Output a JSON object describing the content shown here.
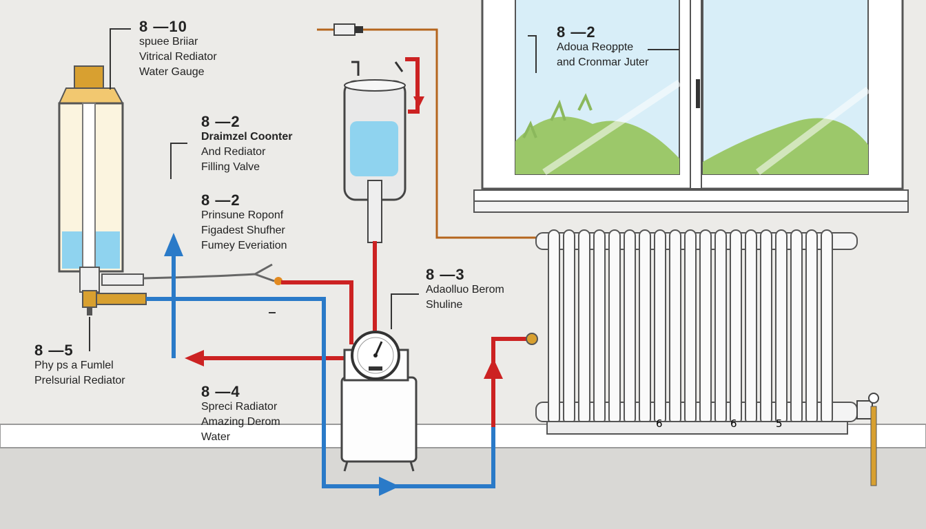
{
  "colors": {
    "wall": "#ecebe8",
    "floor": "#d9d8d5",
    "hot_pipe": "#cc2222",
    "cold_pipe": "#2a7ac8",
    "copper_pipe": "#b5651d",
    "water": "#8fd3ef",
    "brass": "#d8a030",
    "sky": "#d8eef8",
    "hills": "#9cc86a"
  },
  "labels": {
    "gauge": {
      "number": "8 —10",
      "line1": "spuee Briiar",
      "line2": "Vitrical Rediator",
      "line3": "Water Gauge"
    },
    "filling": {
      "number": "8 —2",
      "line1": "Draimzel Coonter",
      "line2": "And Rediator",
      "line3": "Filling Valve"
    },
    "pressure": {
      "number": "8 —2",
      "line1": "Prinsune Roponf",
      "line2": "Figadest Shufher",
      "line3": "Fumey Everiation"
    },
    "physical": {
      "number": "8 —5",
      "line1": "Phy ps a Fumlel",
      "line2": "Prelsurial Rediator"
    },
    "speed": {
      "number": "8 —4",
      "line1": "Spreci Radiator",
      "line2": "Amazing Derom",
      "line3": "Water"
    },
    "boiler": {
      "number": "8 —3",
      "line1": "Adaolluo Berom",
      "line2": "Shuline"
    },
    "window": {
      "number": "8 —2",
      "line1": "Adoua Reoᵱpte",
      "line2": "and Cronmar Juter"
    }
  },
  "radiator_numbers": [
    "6",
    "6",
    "5"
  ],
  "icons": [
    "arrow-up-icon",
    "arrow-left-icon",
    "arrow-right-icon",
    "arrow-down-icon",
    "pressure-gauge-icon"
  ]
}
